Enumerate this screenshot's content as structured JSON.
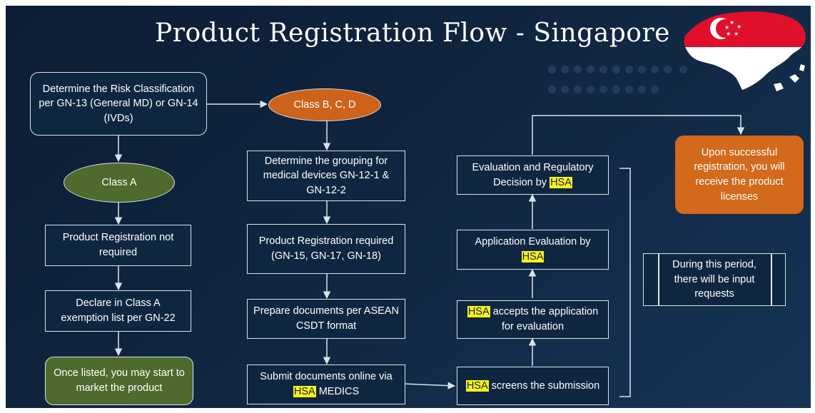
{
  "title": "Product Registration Flow - Singapore",
  "colors": {
    "background": "#0f2640",
    "class_a_green": "#4e6a2c",
    "class_bcd_orange": "#cd631a",
    "highlight_yellow": "#f7f31f",
    "flag_red": "#e0102c"
  },
  "nodes": {
    "risk_classification": "Determine the Risk Classification per GN-13 (General MD) or GN-14 (IVDs)",
    "class_a": "Class A",
    "class_bcd": "Class B, C, D",
    "reg_not_required": "Product Registration not required",
    "declare_exemption": "Declare in Class A exemption list per GN-22",
    "once_listed": "Once listed, you may start to market the product",
    "grouping": "Determine the grouping for medical devices GN-12-1 & GN-12-2",
    "reg_required_line1": "Product Registration required",
    "reg_required_line2": "(GN-15, GN-17, GN-18)",
    "prepare_docs": "Prepare documents per ASEAN CSDT format",
    "submit_docs_pre": "Submit documents online via",
    "submit_docs_hsa": "HSA",
    "submit_docs_post": "MEDICS",
    "screens_hsa": "HSA",
    "screens_text": "screens the submission",
    "accepts_hsa": "HSA",
    "accepts_text": "accepts the application for evaluation",
    "app_eval_text": "Application Evaluation by",
    "app_eval_hsa": "HSA",
    "eval_decision_text": "Evaluation and Regulatory Decision by",
    "eval_decision_hsa": "HSA",
    "success": "Upon successful registration, you will receive the product licenses",
    "during_period": "During this period, there will be input requests"
  },
  "icons": {
    "flag_map": "singapore-flag-map-icon",
    "dots": "decorative-dots-icon"
  }
}
